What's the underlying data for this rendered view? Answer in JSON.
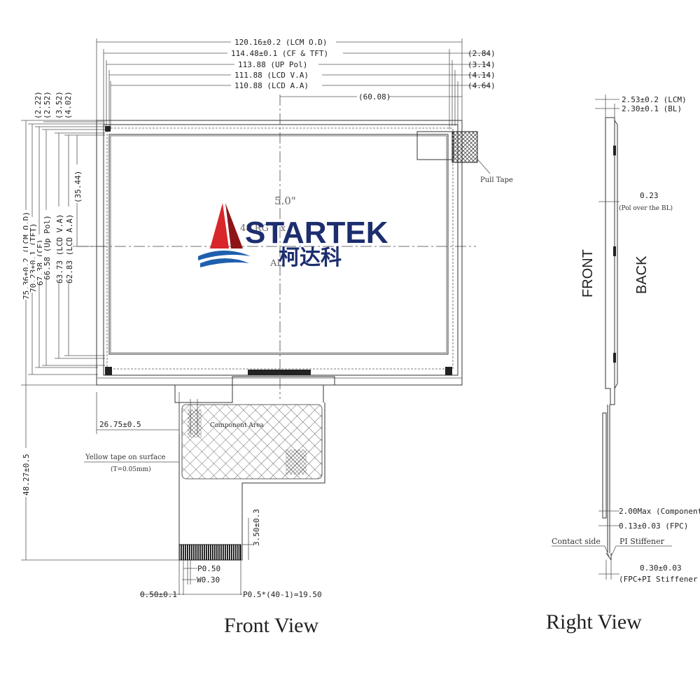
{
  "front": {
    "title": "Front View",
    "dims_top": [
      "120.16±0.2 (LCM O.D)",
      "114.48±0.1 (CF & TFT)",
      "113.88 (UP Pol)",
      "111.88 (LCD V.A)",
      "110.88 (LCD A.A)",
      "(60.08)"
    ],
    "dims_top_right": [
      "(2.84)",
      "(3.14)",
      "(4.14)",
      "(4.64)"
    ],
    "dims_left_small": [
      "(2.22)",
      "(2.52)",
      "(3.52)",
      "(4.02)"
    ],
    "dims_left": [
      "75.36±0.2 (LCM O.D)",
      "70.23±0.1 (TFT)",
      "67.38 (CF)",
      "66.58 (Up Pol)",
      "63.73 (LCD V.A)",
      "62.83 (LCD A.A)",
      "(35.44)"
    ],
    "dim_fpc_total": "48.27±0.5",
    "dim_fpc_offset": "26.75±0.5",
    "dim_finger": "3.50±0.3",
    "dim_pitch": "P0.50",
    "dim_width": "W0.30",
    "dim_edge": "0.50±0.1",
    "dim_pitch_total": "P0.5*(40-1)=19.50",
    "pull_tape": "Pull Tape",
    "yellow_tape": "Yellow tape on surface",
    "yellow_tape_t": "(T=0.05mm)",
    "size_label": "5.0\"",
    "res_label": "48  RG  T  x  (",
    "mode_label": "AL",
    "component_area": "Component Area"
  },
  "right": {
    "title": "Right View",
    "dim_lcm": "2.53±0.2 (LCM)",
    "dim_bl": "2.30±0.1 (BL)",
    "dim_pol": "0.23",
    "dim_pol_note": "(Pol over the BL)",
    "front_label": "FRONT",
    "back_label": "BACK",
    "dim_comp": "2.00Max (Component",
    "dim_fpc": "0.13±0.03 (FPC)",
    "contact_side": "Contact side",
    "pi_stiffener": "PI Stiffener",
    "dim_fpc_pi": "0.30±0.03",
    "dim_fpc_pi_note": "(FPC+PI Stiffener"
  },
  "logo": {
    "name": "STARTEK",
    "cn": "柯达科",
    "colors": {
      "sail": "#d8262b",
      "sail_dark": "#8d1518",
      "wave": "#1f5fae",
      "text": "#1c2e6e"
    }
  }
}
